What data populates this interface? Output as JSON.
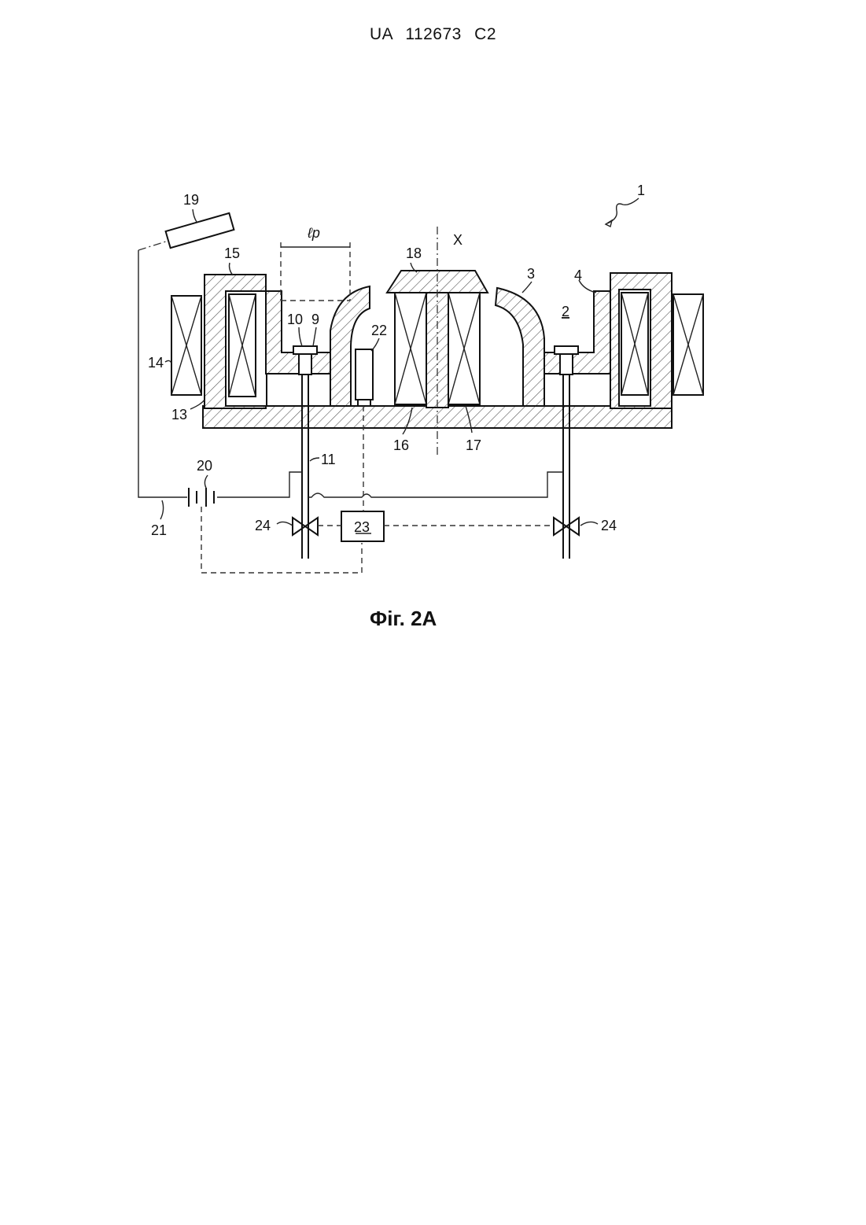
{
  "document": {
    "header": "UA 112673 C2",
    "caption": "Фіг. 2А"
  },
  "labels": {
    "l1": "1",
    "l2": "2",
    "l3": "3",
    "l4": "4",
    "l9": "9",
    "l10": "10",
    "l11": "11",
    "l13": "13",
    "l14": "14",
    "l15": "15",
    "l16": "16",
    "l17": "17",
    "l18": "18",
    "l19": "19",
    "l20": "20",
    "l21": "21",
    "l22": "22",
    "l23": "23",
    "l24a": "24",
    "l24b": "24",
    "lp": "ℓp",
    "x": "X"
  }
}
